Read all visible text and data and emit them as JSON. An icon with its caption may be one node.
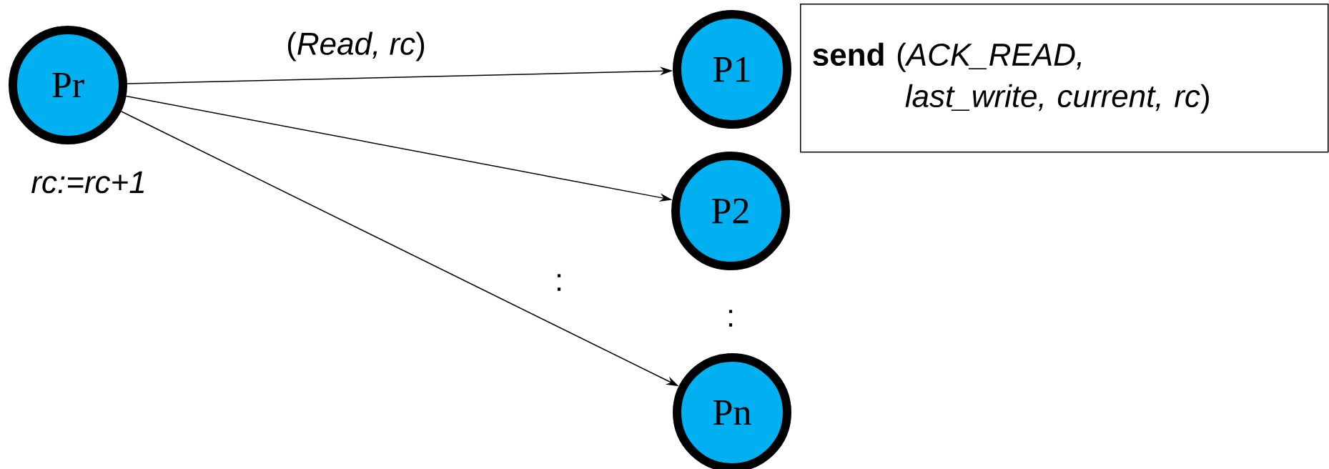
{
  "diagram": {
    "nodes": [
      {
        "text": [
          "Pr"
        ],
        "beside": [
          "rc:=rc+1"
        ]
      },
      {
        "text": [
          "P1"
        ]
      },
      {
        "text": [
          "P2"
        ]
      },
      {
        "text": [
          "Pn"
        ]
      },
      {
        "text": [
          "**send** (*ACK_READ, last_write, current, rc*)"
        ]
      }
    ],
    "edges": [
      {
        "from": 0,
        "to": 1,
        "arrow": "to",
        "label": "(*Read, rc*)"
      },
      {
        "from": 0,
        "to": 2,
        "arrow": "to"
      },
      {
        "from": 0,
        "to": 3,
        "arrow": "to"
      }
    ],
    "labels": [
      ":",
      ":"
    ]
  }
}
